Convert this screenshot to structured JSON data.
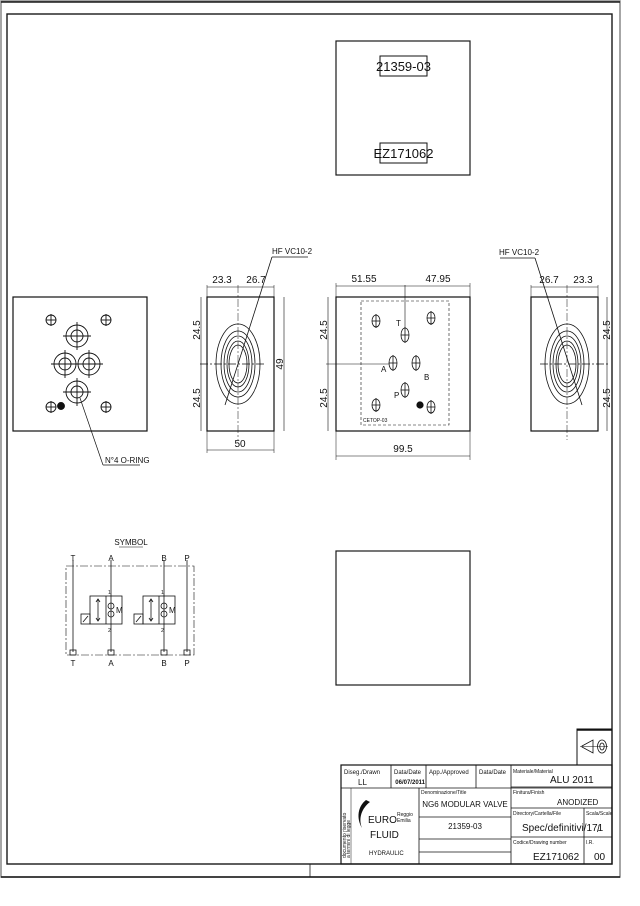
{
  "sheet": {
    "frame_color": "#1a1a1a",
    "background": "#ffffff"
  },
  "top_view": {
    "part_code": "21359-03",
    "drawing_code": "EZ171062"
  },
  "left_view": {
    "leader_label": "N°4 O-RING"
  },
  "side_view_left": {
    "leader_label": "HF VC10-2",
    "dim_left": "23.3",
    "dim_right": "26.7",
    "dim_upper": "24.5",
    "dim_lower": "24.5",
    "dim_height": "49",
    "dim_width": "50"
  },
  "front_view": {
    "dim_left": "51.55",
    "dim_right": "47.95",
    "dim_upper": "24.5",
    "dim_lower": "24.5",
    "dim_width": "99.5",
    "port_labels": {
      "T": "T",
      "A": "A",
      "B": "B",
      "P": "P"
    },
    "interface_label": "CETOP-03"
  },
  "side_view_right": {
    "leader_label": "HF VC10-2",
    "dim_left": "26.7",
    "dim_right": "23.3",
    "dim_upper": "24.5",
    "dim_lower": "24.5"
  },
  "symbol": {
    "title": "SYMBOL",
    "top_ports": [
      "T",
      "A",
      "B",
      "P"
    ],
    "bottom_ports": [
      "T",
      "A",
      "B",
      "P"
    ],
    "port_numbers": [
      "1",
      "2",
      "1",
      "2"
    ],
    "spring_label": "M"
  },
  "title_block": {
    "drawn_label": "Diseg./Drawn",
    "drawn_value": "LL",
    "date_label": "Data/Date",
    "date_value": "06/07/2011",
    "approved_label": "App./Approved",
    "approved_date_label": "Data/Date",
    "material_label": "Materiale/Material",
    "material_value": "ALU 2011",
    "finish_label": "Finitura/Finish",
    "finish_value": "ANODIZED",
    "title_label": "Denominazione/Title",
    "title_value": "NG6 MODULAR VALVE",
    "part_value": "21359-03",
    "directory_label": "Directory/Cartella/File",
    "directory_value": "Spec/definitivi/171",
    "scale_label": "Scala/Scale",
    "scale_value": "/",
    "drawing_number_label": "Codice/Drawing number",
    "drawing_number_value": "EZ171062",
    "revision_label": "I.R.",
    "revision_value": "00",
    "company_name_1": "EURO",
    "company_name_2": "FLUID",
    "company_sub": "HYDRAULIC",
    "company_city_1": "Reggio",
    "company_city_2": "Emilia",
    "legal_line_1": "documento riservato",
    "legal_line_2": "a termini di legge",
    "projection_symbol": "first-angle-projection-icon"
  }
}
